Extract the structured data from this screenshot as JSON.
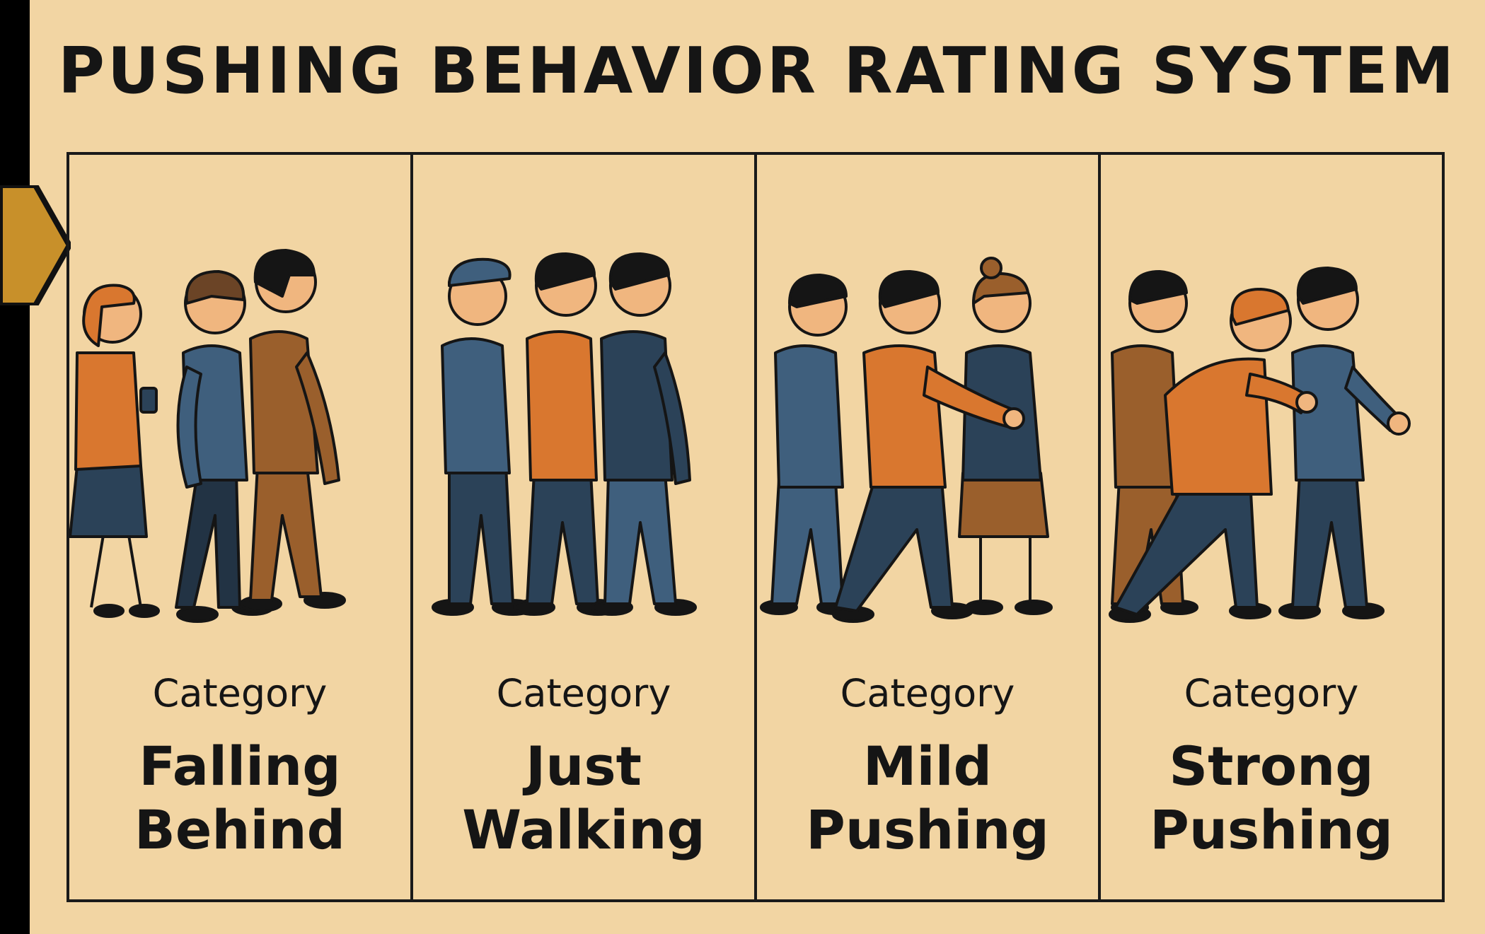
{
  "title": "PUSHING BEHAVIOR RATING SYSTEM",
  "colors": {
    "background": "#f2d5a3",
    "ink": "#151515",
    "blue": "#3f5f7d",
    "dark_blue": "#2b4258",
    "orange": "#d9772f",
    "brown": "#9a5f2c",
    "skin": "#f0b67f",
    "pointer": "#c8902a"
  },
  "categories": [
    {
      "label": "Category",
      "name_line1": "Falling",
      "name_line2": "Behind",
      "scene": "people-walking-apart"
    },
    {
      "label": "Category",
      "name_line1": "Just",
      "name_line2": "Walking",
      "scene": "people-walking-in-line"
    },
    {
      "label": "Category",
      "name_line1": "Mild",
      "name_line2": "Pushing",
      "scene": "people-mildly-pushing"
    },
    {
      "label": "Category",
      "name_line1": "Strong",
      "name_line2": "Pushing",
      "scene": "people-strongly-pushing"
    }
  ]
}
